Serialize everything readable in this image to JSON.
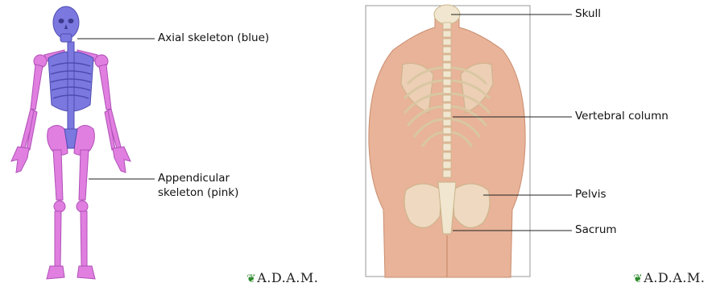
{
  "left_panel": {
    "labels": {
      "axial": "Axial skeleton (blue)",
      "appendicular_line1": "Appendicular",
      "appendicular_line2": "skeleton (pink)"
    },
    "colors": {
      "axial": "#7b78e0",
      "appendicular": "#e07fe0"
    }
  },
  "right_panel": {
    "labels": {
      "skull": "Skull",
      "vertebral": "Vertebral column",
      "pelvis": "Pelvis",
      "sacrum": "Sacrum"
    },
    "colors": {
      "skin": "#e8b398",
      "bone": "#f1e6cf"
    }
  },
  "logo": {
    "leaf": "❦",
    "text": "A.D.A.M."
  }
}
